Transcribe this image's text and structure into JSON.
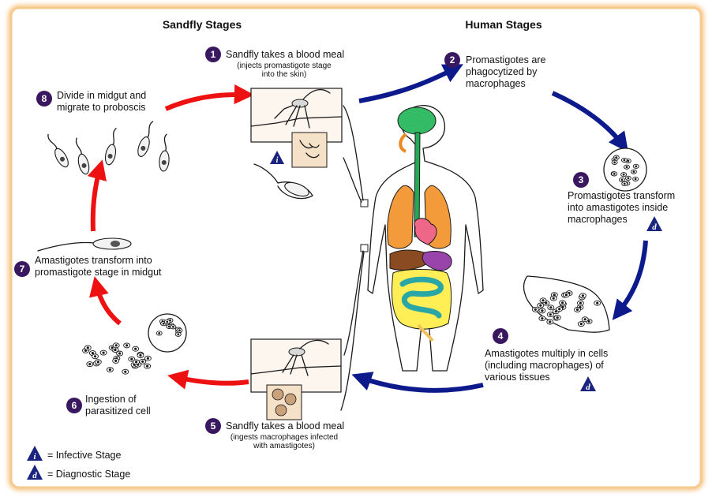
{
  "headers": {
    "sandfly": "Sandfly Stages",
    "human": "Human Stages"
  },
  "stages": [
    {
      "num": "1",
      "lines": [
        "Sandfly takes a blood meal"
      ],
      "sub_lines": [
        "(injects promastigote stage",
        "into the skin)"
      ]
    },
    {
      "num": "2",
      "lines": [
        "Promastigotes are",
        "phagocytized by",
        "macrophages"
      ],
      "sub_lines": []
    },
    {
      "num": "3",
      "lines": [
        "Promastigotes transform",
        "into amastigotes inside",
        "macrophages"
      ],
      "sub_lines": []
    },
    {
      "num": "4",
      "lines": [
        "Amastigotes multiply in cells",
        "(including macrophages) of",
        "various tissues"
      ],
      "sub_lines": []
    },
    {
      "num": "5",
      "lines": [
        "Sandfly takes a blood meal"
      ],
      "sub_lines": [
        "(ingests macrophages infected",
        "with amastigotes)"
      ]
    },
    {
      "num": "6",
      "lines": [
        "Ingestion of",
        "parasitized cell"
      ],
      "sub_lines": []
    },
    {
      "num": "7",
      "lines": [
        "Amastigotes transform into",
        "promastigote stage in midgut"
      ],
      "sub_lines": []
    },
    {
      "num": "8",
      "lines": [
        "Divide in midgut and",
        "migrate to proboscis"
      ],
      "sub_lines": []
    }
  ],
  "stage_markers": {
    "infective_letter": "i",
    "diagnostic_letter": "d"
  },
  "legend": {
    "items": [
      {
        "letter": "i",
        "label": "= Infective Stage"
      },
      {
        "letter": "d",
        "label": "= Diagnostic Stage"
      }
    ]
  },
  "colors": {
    "frame": "#f6c98d",
    "badge": "#3a1860",
    "marker": "#1a237e",
    "human_arrow": "#0d1a8c",
    "sandfly_arrow": "#ee1111",
    "brain": "#33bb66",
    "lungs": "#f39a3a",
    "heart": "#ee6688",
    "liver": "#8a4a22",
    "stomach": "#9944aa",
    "intestine": "#ffee55",
    "small_intestine": "#2aa6a6",
    "esophagus": "#22aa55"
  }
}
